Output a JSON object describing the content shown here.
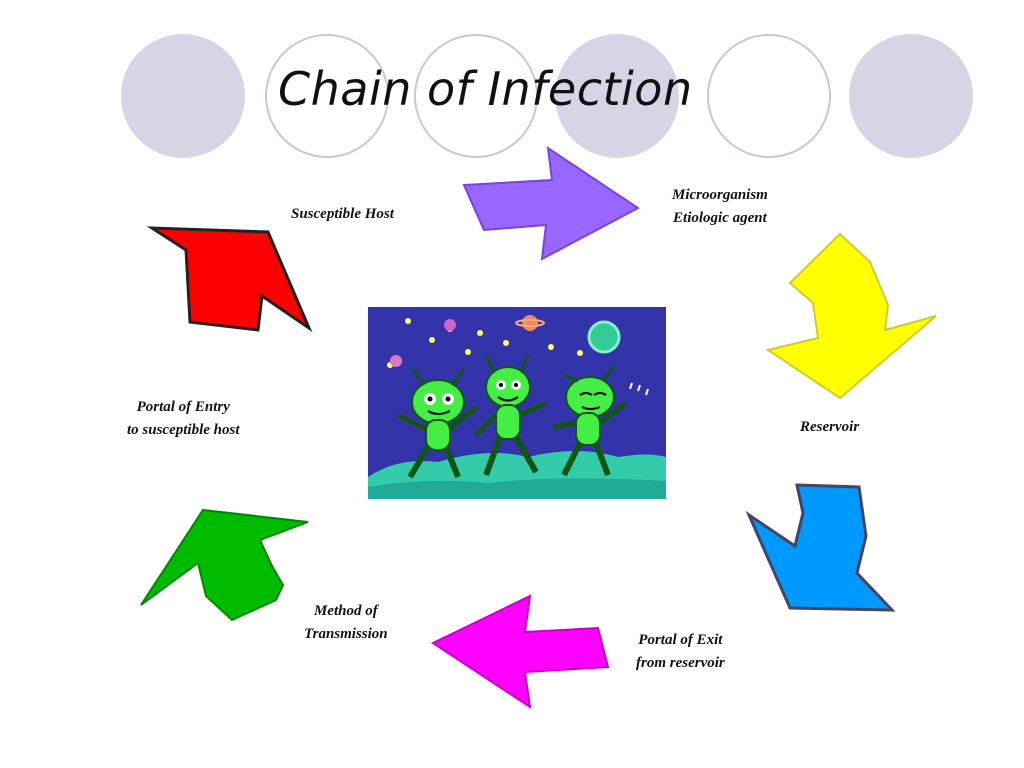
{
  "slide": {
    "title": "Chain of Infection",
    "labels": {
      "microorganism": [
        "Microorganism",
        "Etiologic agent"
      ],
      "reservoir": [
        "Reservoir"
      ],
      "portal_exit": [
        "Portal of Exit",
        "from reservoir"
      ],
      "method": [
        "Method of",
        "Transmission"
      ],
      "portal_entry": [
        "Portal of Entry",
        "to susceptible host"
      ],
      "susceptible_host": [
        "Susceptible Host"
      ]
    },
    "arrow_colors": {
      "purple": "#9966ff",
      "yellow": "#ffff00",
      "blue": "#0099ff",
      "magenta": "#ff00ff",
      "green": "#00bb00",
      "red": "#ff0000"
    },
    "decor_colors": {
      "circle_fill": "#d5d5e5",
      "circle_ring": "#c8c8dc"
    },
    "center_image": "cartoon-aliens-space"
  }
}
